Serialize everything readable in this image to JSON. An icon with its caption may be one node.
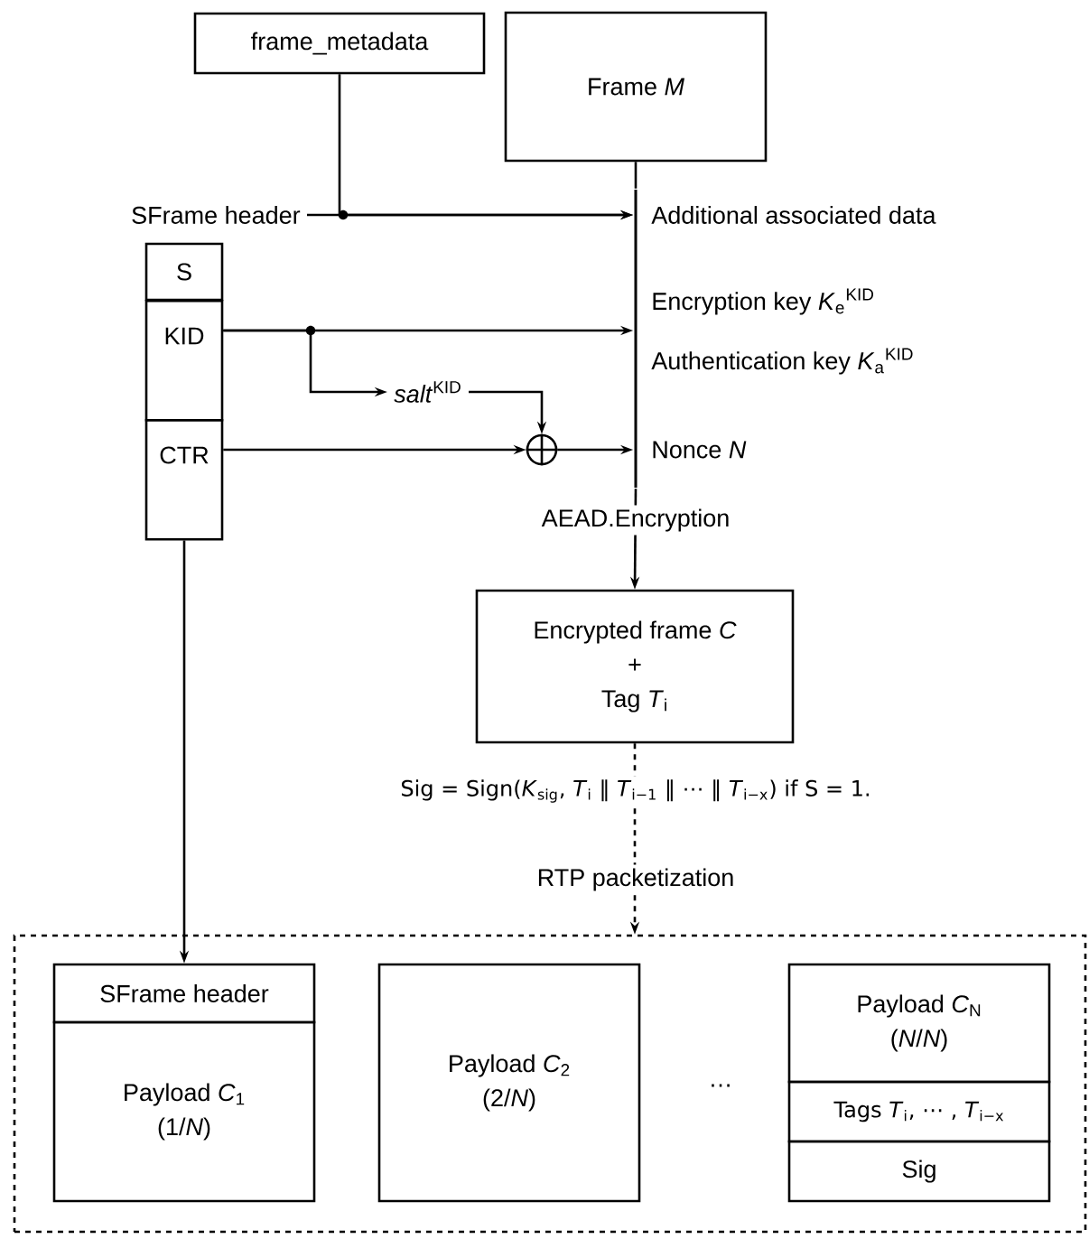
{
  "diagram": {
    "nodes": [
      {
        "text": [
          "frame_metadata"
        ]
      },
      {
        "text": [
          "Frame *M*"
        ]
      },
      {
        "text": [
          "SFrame header"
        ]
      },
      {
        "text": [
          "S"
        ]
      },
      {
        "text": [
          "KID"
        ]
      },
      {
        "text": [
          "CTR"
        ]
      },
      {
        "text": [
          "*salt*$^{KID}$"
        ]
      },
      {
        "text": [],
        "shape": "circle"
      },
      {
        "text": [],
        "shape": "bar"
      },
      {
        "text": [
          "Encrypted frame *C*",
          "+",
          "Tag *T*$_{i}$"
        ]
      },
      {
        "text": [],
        "shape": "box"
      },
      {
        "text": [
          "SFrame header"
        ],
        "in": 10
      },
      {
        "text": [
          "Payload *C*$_{1}$",
          "(1/*N*)"
        ],
        "in": 10
      },
      {
        "text": [
          "Payload *C*$_{2}$",
          "(2/*N*)"
        ],
        "in": 10
      },
      {
        "text": [
          "Payload *C*$_{N}$",
          "(*N*/*N*)"
        ],
        "in": 10
      },
      {
        "text": [
          "Tags *T*$_{i}$, ⋯ , *T*$_{i−x}$"
        ],
        "in": 10
      },
      {
        "text": [
          "Sig"
        ],
        "in": 10
      }
    ],
    "edges": [
      {
        "from": 0,
        "to": 8,
        "arrow": "to"
      },
      {
        "from": 2,
        "to": 8,
        "arrow": "to"
      },
      {
        "from": 1,
        "to": 8,
        "arrow": "none"
      },
      {
        "from": 4,
        "to": 8,
        "arrow": "to"
      },
      {
        "from": 4,
        "to": 6,
        "arrow": "to"
      },
      {
        "from": 6,
        "to": 7,
        "arrow": "to"
      },
      {
        "from": 5,
        "to": 7,
        "arrow": "to"
      },
      {
        "from": 7,
        "to": 8,
        "arrow": "to"
      },
      {
        "from": 8,
        "to": 9,
        "arrow": "to",
        "label": "AEAD.Encryption"
      },
      {
        "from": 9,
        "to": 10,
        "arrow": "to",
        "style": "dashed",
        "label": "RTP packetization"
      },
      {
        "from": 5,
        "to": 11,
        "arrow": "to"
      }
    ],
    "labels": [
      "Additional associated data",
      "Encryption key *K*$_{e}$$^{KID}$",
      "Authentication key *K*$_{a}$$^{KID}$",
      "Nonce *N*",
      "Sig = Sign(*K*$_{sig}$, *T*$_{i}$ ‖ *T*$_{i−1}$ ‖ ⋯ ‖ *T*$_{i−x}$) if S = 1.",
      "…"
    ]
  }
}
